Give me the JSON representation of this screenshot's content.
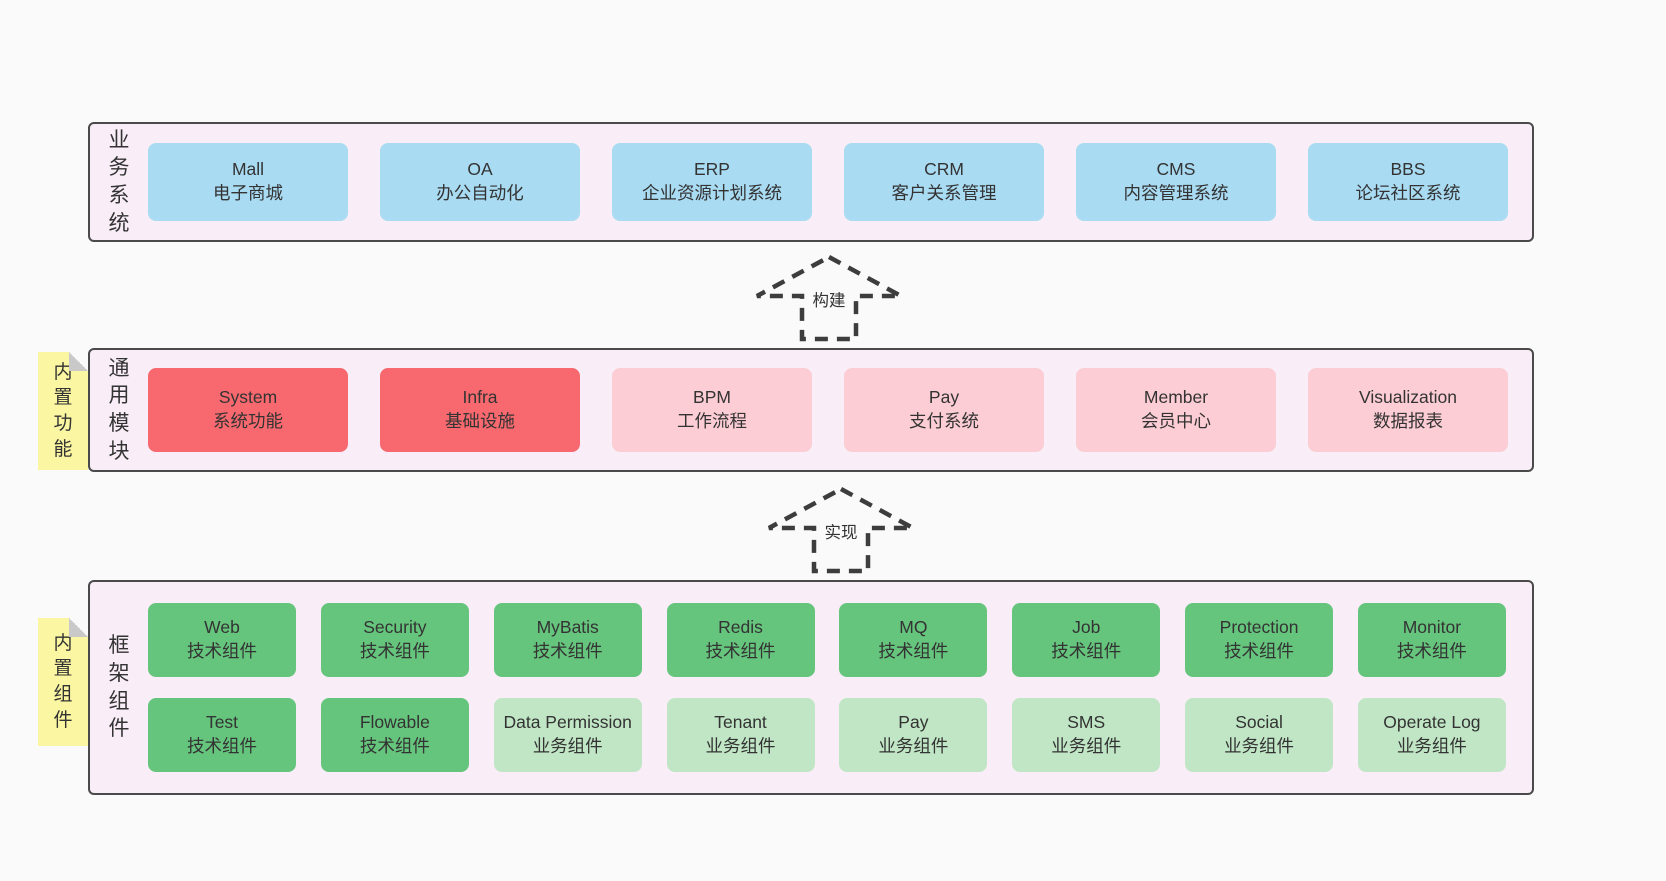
{
  "diagram": {
    "background": "#fafafa",
    "colors": {
      "panel_bg": "#f9eef7",
      "panel_border": "#4a4a4a",
      "business_box_blue": "#a9dbf3",
      "module_box_red": "#f7696e",
      "module_box_pink": "#fccdd4",
      "component_box_green_dark": "#66c57d",
      "component_box_green_light": "#c0e6c5",
      "sticky_tab_yellow": "#fbf6a1",
      "fold_gray": "#c9c9c9",
      "text": "#333333",
      "arrow_stroke": "#3d3d3d"
    },
    "arrows": {
      "build": "构建",
      "implement": "实现"
    },
    "layers": {
      "business": {
        "label": "业务系统",
        "boxes": [
          {
            "name": "Mall",
            "desc": "电子商城"
          },
          {
            "name": "OA",
            "desc": "办公自动化"
          },
          {
            "name": "ERP",
            "desc": "企业资源计划系统"
          },
          {
            "name": "CRM",
            "desc": "客户关系管理"
          },
          {
            "name": "CMS",
            "desc": "内容管理系统"
          },
          {
            "name": "BBS",
            "desc": "论坛社区系统"
          }
        ]
      },
      "common": {
        "label": "通用模块",
        "tab": "内置功能",
        "boxes": [
          {
            "name": "System",
            "desc": "系统功能"
          },
          {
            "name": "Infra",
            "desc": "基础设施"
          },
          {
            "name": "BPM",
            "desc": "工作流程"
          },
          {
            "name": "Pay",
            "desc": "支付系统"
          },
          {
            "name": "Member",
            "desc": "会员中心"
          },
          {
            "name": "Visualization",
            "desc": "数据报表"
          }
        ]
      },
      "framework": {
        "label": "框架组件",
        "tab": "内置组件",
        "row1": [
          {
            "name": "Web",
            "desc": "技术组件"
          },
          {
            "name": "Security",
            "desc": "技术组件"
          },
          {
            "name": "MyBatis",
            "desc": "技术组件"
          },
          {
            "name": "Redis",
            "desc": "技术组件"
          },
          {
            "name": "MQ",
            "desc": "技术组件"
          },
          {
            "name": "Job",
            "desc": "技术组件"
          },
          {
            "name": "Protection",
            "desc": "技术组件"
          },
          {
            "name": "Monitor",
            "desc": "技术组件"
          }
        ],
        "row2": [
          {
            "name": "Test",
            "desc": "技术组件"
          },
          {
            "name": "Flowable",
            "desc": "技术组件"
          },
          {
            "name": "Data Permission",
            "desc": "业务组件"
          },
          {
            "name": "Tenant",
            "desc": "业务组件"
          },
          {
            "name": "Pay",
            "desc": "业务组件"
          },
          {
            "name": "SMS",
            "desc": "业务组件"
          },
          {
            "name": "Social",
            "desc": "业务组件"
          },
          {
            "name": "Operate Log",
            "desc": "业务组件"
          }
        ]
      }
    }
  }
}
